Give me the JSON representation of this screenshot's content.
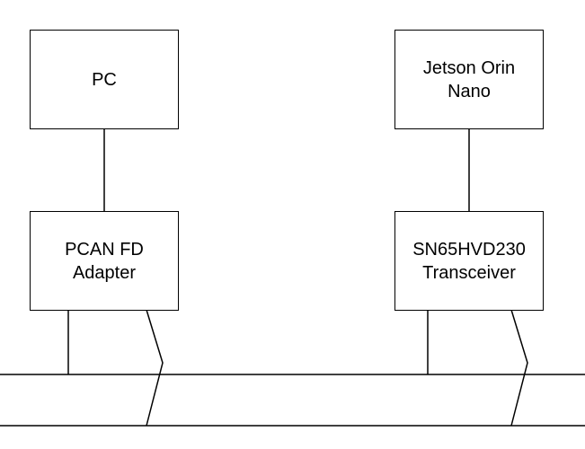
{
  "nodes": {
    "pc": {
      "label": "PC"
    },
    "jetson": {
      "label": "Jetson Orin\nNano"
    },
    "pcan": {
      "label": "PCAN FD\nAdapter"
    },
    "transceiver": {
      "label": "SN65HVD230\nTransceiver"
    }
  },
  "connections": [
    {
      "from": "pc",
      "to": "pcan"
    },
    {
      "from": "jetson",
      "to": "transceiver"
    },
    {
      "from": "pcan",
      "to": "can-bus"
    },
    {
      "from": "transceiver",
      "to": "can-bus"
    }
  ],
  "colors": {
    "stroke": "#000000",
    "background": "#ffffff"
  }
}
